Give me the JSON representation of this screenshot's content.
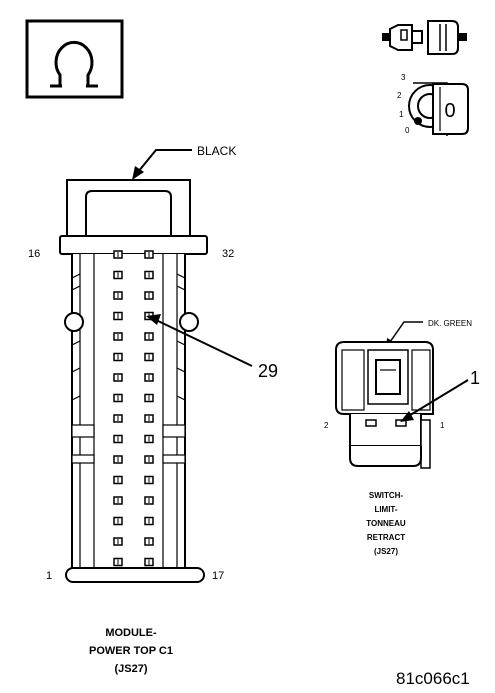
{
  "main_connector": {
    "color_label": "BLACK",
    "pin_16": "16",
    "pin_32": "32",
    "pin_1": "1",
    "pin_17": "17",
    "callout_pin": "29",
    "caption": [
      "MODULE-",
      "POWER TOP C1",
      "(JS27)"
    ]
  },
  "switch_connector": {
    "color_label": "DK. GREEN",
    "callout_pin": "1",
    "pin_2": "2",
    "pin_1": "1",
    "caption": [
      "SWITCH-",
      "LIMIT-",
      "TONNEAU",
      "RETRACT",
      "(JS27)"
    ]
  },
  "ignition_icon": {
    "positions": [
      "3",
      "2",
      "1",
      "0"
    ],
    "key_label": "0"
  },
  "figure_id": "81c066c1",
  "icons": [
    "ohm-symbol-icon",
    "connector-plug-icon",
    "ignition-key-icon"
  ]
}
